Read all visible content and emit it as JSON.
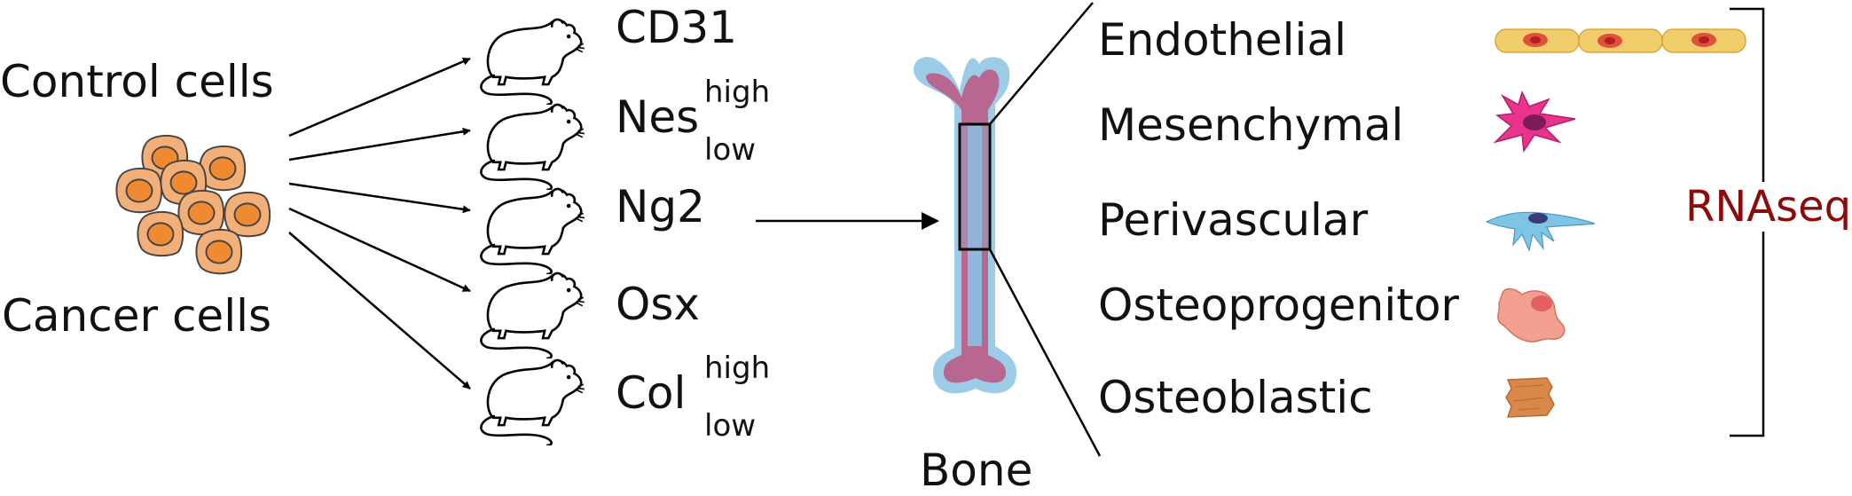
{
  "groups": {
    "control": "Control cells",
    "cancer": "Cancer cells"
  },
  "markers": [
    {
      "name": "CD31",
      "high": "",
      "low": ""
    },
    {
      "name": "Nes",
      "high": "high",
      "low": "low"
    },
    {
      "name": "Ng2",
      "high": "",
      "low": ""
    },
    {
      "name": "Osx",
      "high": "",
      "low": ""
    },
    {
      "name": "Col",
      "high": "high",
      "low": "low"
    }
  ],
  "bone_label": "Bone",
  "cell_types": [
    "Endothelial",
    "Mesenchymal",
    "Perivascular",
    "Osteoprogenitor",
    "Osteoblastic"
  ],
  "method": "RNAseq",
  "colors": {
    "cell_fill": "#f0a050",
    "cell_nucleus": "#f08a30",
    "bone_outer": "#9ccce8",
    "bone_core": "#b86890",
    "rnaseq": "#8b0a0a"
  },
  "icons": [
    "mouse-icon",
    "cell-cluster-icon",
    "bone-icon",
    "endothelial-cell-icon",
    "mesenchymal-cell-icon",
    "perivascular-cell-icon",
    "osteoprogenitor-cell-icon",
    "osteoblastic-cell-icon"
  ]
}
